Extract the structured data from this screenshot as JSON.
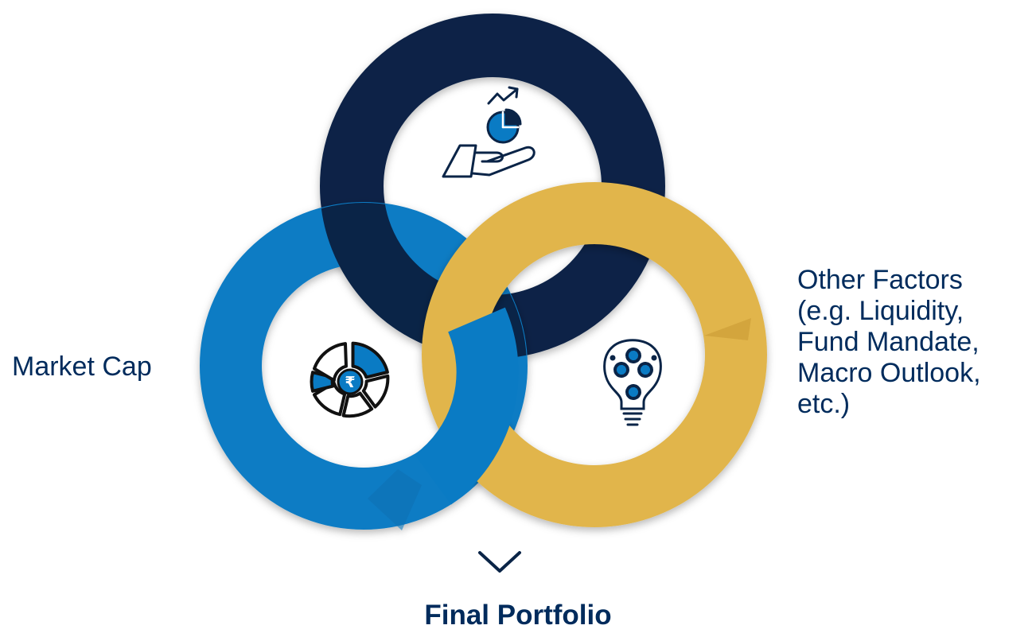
{
  "diagram": {
    "left_label": "Market Cap",
    "right_label_lines": [
      "Other Factors",
      "(e.g. Liquidity,",
      "Fund Mandate,",
      "Macro Outlook,",
      "etc.)"
    ],
    "bottom_label": "Final Portfolio",
    "rings": [
      {
        "name": "top",
        "color": "#0a2447",
        "icon": "hand-pie-chart-growth-icon"
      },
      {
        "name": "left",
        "color": "#0a7bc4",
        "icon": "rupee-segment-chart-icon"
      },
      {
        "name": "right",
        "color": "#e1b54c",
        "icon": "lightbulb-gears-icon"
      }
    ],
    "arrow_icon": "chevron-down-icon"
  }
}
